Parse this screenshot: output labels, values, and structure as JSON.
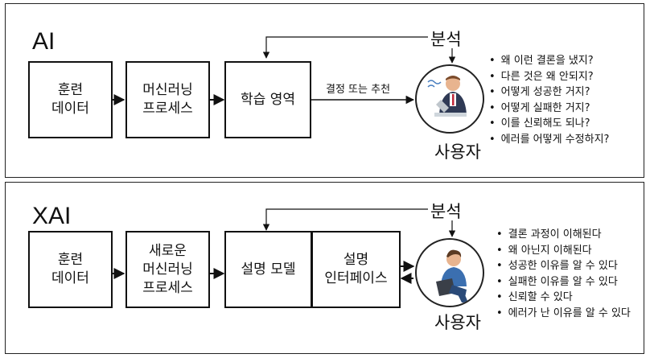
{
  "ai": {
    "title": "AI",
    "box_training": "훈련\n데이터",
    "box_process": "머신러닝\n프로세스",
    "box_learning": "학습 영역",
    "edge_label": "결정 또는 추천",
    "analysis_label": "분석",
    "user_label": "사용자",
    "questions": [
      "왜 이런 결론을 냈지?",
      "다른 것은 왜 안되지?",
      "어떻게 성공한 거지?",
      "어떻게 실패한 거지?",
      "이를 신뢰해도 되나?",
      "에러를 어떻게 수정하지?"
    ]
  },
  "xai": {
    "title": "XAI",
    "box_training": "훈련\n데이터",
    "box_process": "새로운\n머신러닝\n프로세스",
    "box_model": "설명 모델",
    "box_interface": "설명\n인터페이스",
    "analysis_label": "분석",
    "user_label": "사용자",
    "statements": [
      "결론 과정이 이해된다",
      "왜 아닌지 이해된다",
      "성공한 이유를 알 수 있다",
      "실패한 이유를 알 수 있다",
      "신뢰할 수 있다",
      "에러가 난 이유를 알 수 있다"
    ]
  }
}
